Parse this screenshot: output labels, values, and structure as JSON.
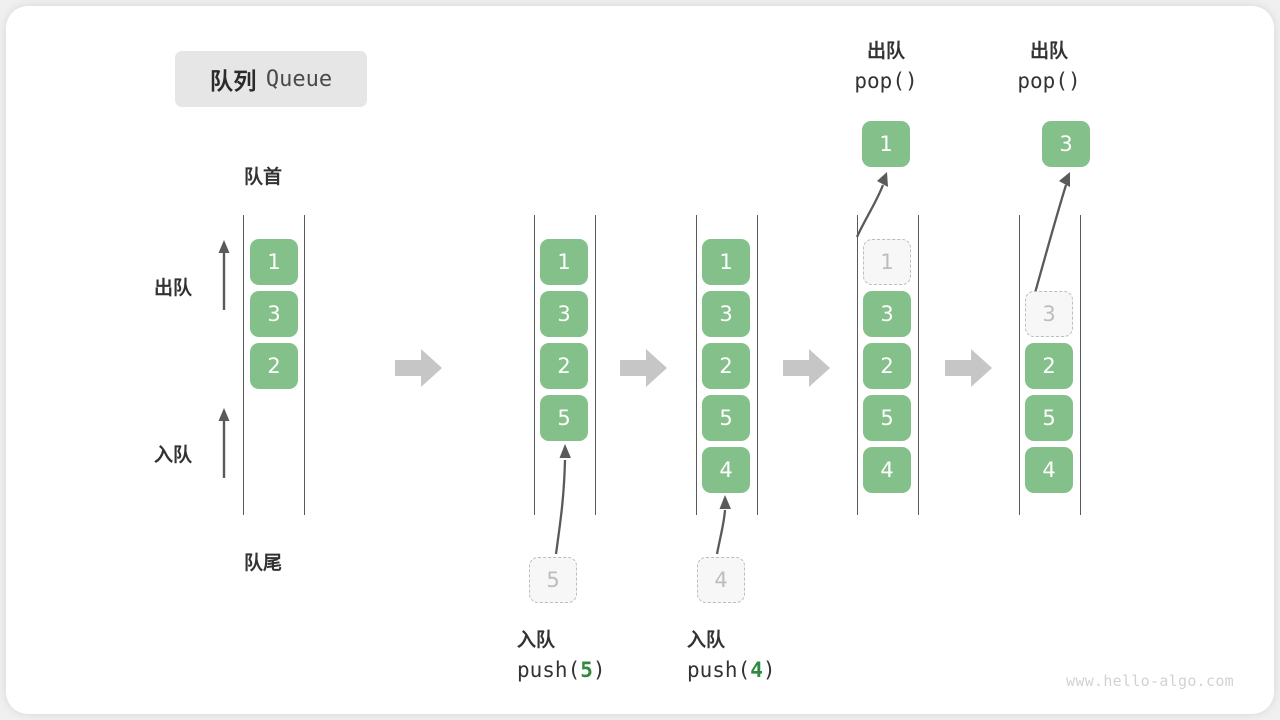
{
  "title": {
    "cn": "队列",
    "en": "Queue"
  },
  "labels": {
    "front": "队首",
    "rear": "队尾",
    "dequeue": "出队",
    "enqueue": "入队"
  },
  "watermark": "www.hello-algo.com",
  "colors": {
    "cell_green": "#84c08a",
    "ghost_fill": "#f7f7f7",
    "ghost_border": "#bdbdbd",
    "rail": "#5a5a5a",
    "step_arrow": "#c6c6c6",
    "arg_green": "#2f8a3e",
    "chip_bg": "#e6e6e6",
    "text": "#333333"
  },
  "columns": [
    {
      "id": "initial",
      "cells": [
        "1",
        "3",
        "2"
      ],
      "ghost_index": -1,
      "top_label": null,
      "bottom_label": null,
      "popped_value": null,
      "pushed_value": null
    },
    {
      "id": "after-push-5",
      "cells": [
        "1",
        "3",
        "2",
        "5"
      ],
      "ghost_index": -1,
      "top_label": null,
      "bottom_label": {
        "l1": "入队",
        "call_prefix": "push(",
        "arg": "5",
        "call_suffix": ")"
      },
      "popped_value": null,
      "pushed_value": "5"
    },
    {
      "id": "after-push-4",
      "cells": [
        "1",
        "3",
        "2",
        "5",
        "4"
      ],
      "ghost_index": -1,
      "top_label": null,
      "bottom_label": {
        "l1": "入队",
        "call_prefix": "push(",
        "arg": "4",
        "call_suffix": ")"
      },
      "popped_value": null,
      "pushed_value": "4"
    },
    {
      "id": "after-pop-1",
      "cells": [
        "1",
        "3",
        "2",
        "5",
        "4"
      ],
      "ghost_index": 0,
      "top_label": {
        "l1": "出队",
        "l2": "pop()"
      },
      "bottom_label": null,
      "popped_value": "1",
      "pushed_value": null
    },
    {
      "id": "after-pop-3",
      "cells": [
        "3",
        "2",
        "5",
        "4"
      ],
      "ghost_index": 0,
      "top_label": {
        "l1": "出队",
        "l2": "pop()"
      },
      "bottom_label": null,
      "popped_value": "3",
      "pushed_value": null
    }
  ],
  "col1_cells": [
    "1",
    "3",
    "2"
  ],
  "col2_cells": [
    "1",
    "3",
    "2",
    "5"
  ],
  "col3_cells": [
    "1",
    "3",
    "2",
    "5",
    "4"
  ],
  "col4_cells": [
    "1",
    "3",
    "2",
    "5",
    "4"
  ],
  "col5_cells": [
    "3",
    "2",
    "5",
    "4"
  ],
  "popped": {
    "first": "1",
    "second": "3"
  },
  "pushed": {
    "first": "5",
    "second": "4"
  },
  "top_labels": {
    "pop1_cn": "出队",
    "pop1_code": "pop()",
    "pop2_cn": "出队",
    "pop2_code": "pop()"
  },
  "bottom_labels": {
    "push1_cn": "入队",
    "push1_pre": "push(",
    "push1_arg": "5",
    "push1_post": ")",
    "push2_cn": "入队",
    "push2_pre": "push(",
    "push2_arg": "4",
    "push2_post": ")"
  },
  "ghosts": {
    "push1": "5",
    "push2": "4",
    "pop1": "1",
    "pop2": "3"
  }
}
